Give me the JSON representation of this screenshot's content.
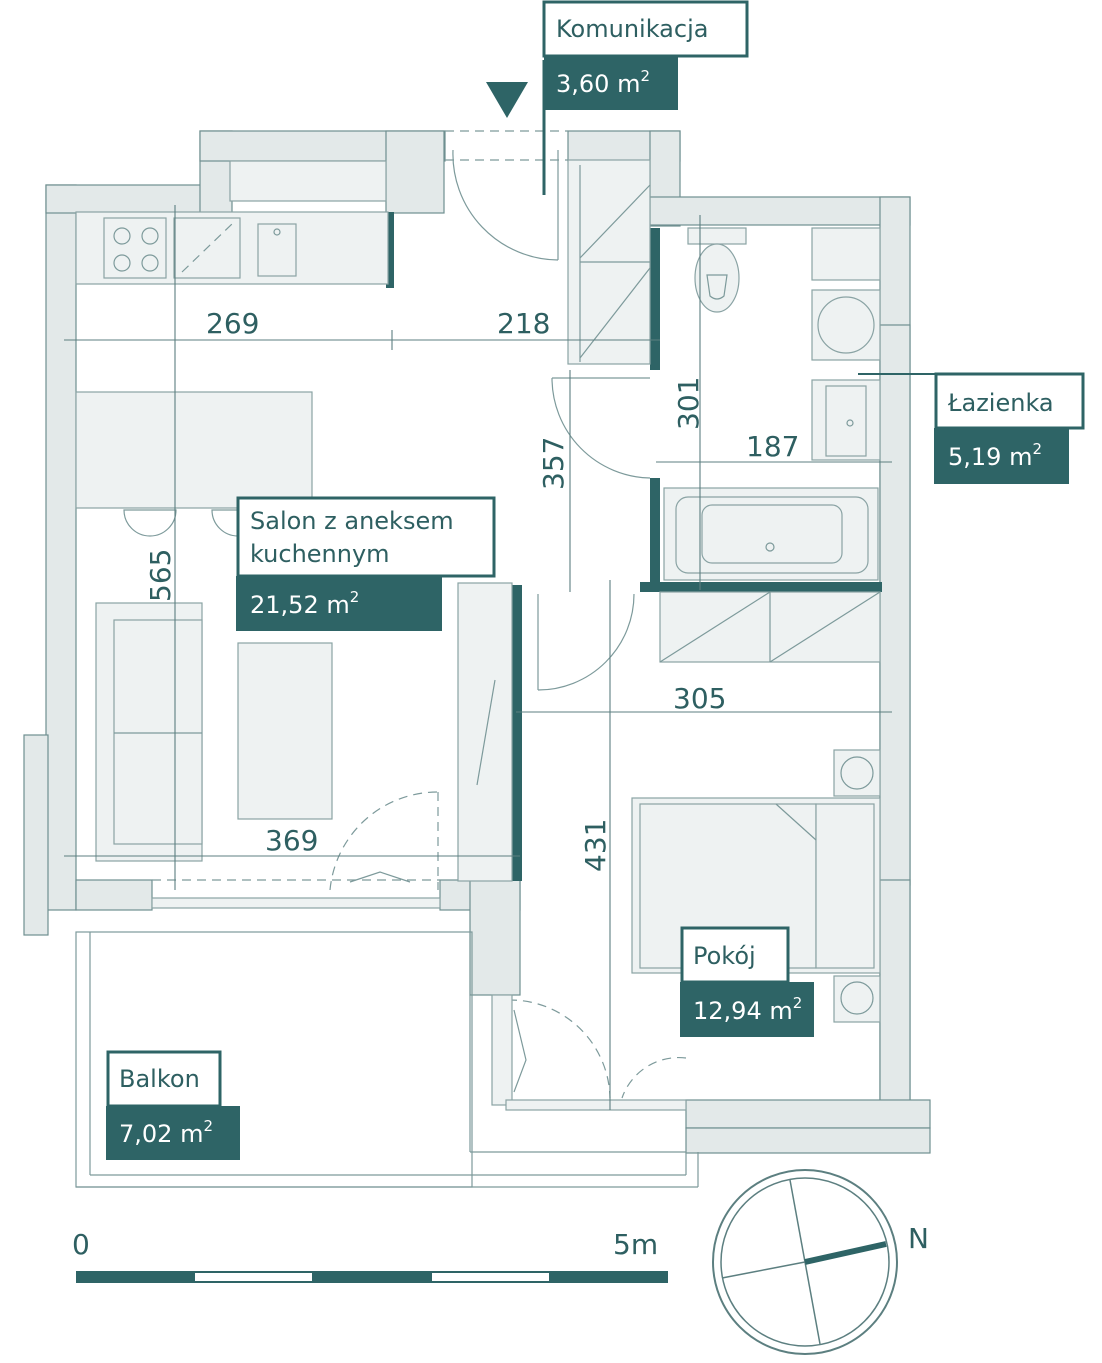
{
  "rooms": {
    "komunikacja": {
      "name": "Komunikacja",
      "area": "3,60 m",
      "sup": "2"
    },
    "lazienka": {
      "name": "Łazienka",
      "area": "5,19 m",
      "sup": "2"
    },
    "salon": {
      "name_line1": "Salon z aneksem",
      "name_line2": "kuchennym",
      "area": "21,52 m",
      "sup": "2"
    },
    "pokoj": {
      "name": "Pokój",
      "area": "12,94 m",
      "sup": "2"
    },
    "balkon": {
      "name": "Balkon",
      "area": "7,02 m",
      "sup": "2"
    }
  },
  "dimensions": {
    "d269": "269",
    "d218": "218",
    "d301": "301",
    "d187": "187",
    "d357": "357",
    "d565": "565",
    "d305": "305",
    "d369": "369",
    "d431": "431"
  },
  "scale": {
    "start": "0",
    "end": "5m"
  },
  "compass": {
    "north": "N"
  },
  "colors": {
    "accent": "#2e6466",
    "wall": "#e3e9e9",
    "line": "#7d9a9b"
  }
}
